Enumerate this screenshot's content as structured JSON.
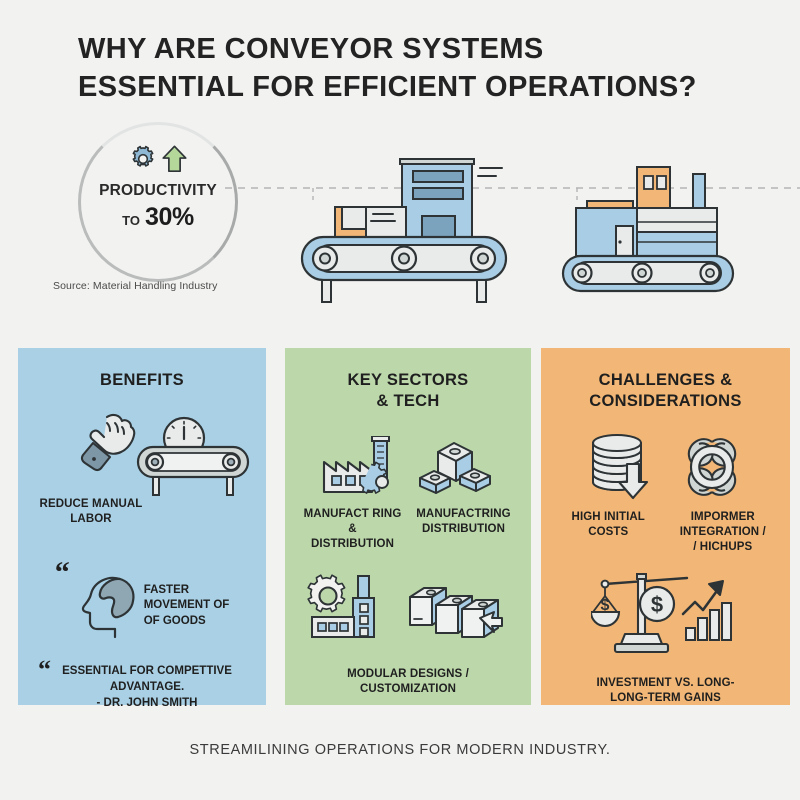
{
  "title": {
    "line1": "WHY ARE CONVEYOR SYSTEMS",
    "line2": "ESSENTIAL FOR EFFICIENT OPERATIONS?"
  },
  "badge": {
    "icon_gear": "gear-icon",
    "icon_arrow": "up-arrow-icon",
    "label": "PRODUCTIVITY",
    "prefix": "TO",
    "value": "30%",
    "source": "Source: Material Handling Industry"
  },
  "hero": {
    "left_illustration": "conveyor-with-boxes-and-building",
    "right_illustration": "factory-on-conveyor"
  },
  "panels": [
    {
      "key": "benefits",
      "title": "BENEFITS",
      "color": "#a9d0e5",
      "icons": [
        "fist-hand-icon",
        "clock-icon",
        "conveyor-belt-icon",
        "head-profile-icon"
      ],
      "caption_1": "REDUCE MANUAL\nLABOR",
      "caption_1_line1": "REDUCE MANUAL",
      "caption_1_line2": "LABOR",
      "quote_item_line1": "FASTER",
      "quote_item_line2": "MOVEMENT OF",
      "quote_item_line3": "OF GOODS",
      "pull_quote_line1": "ESSENTIAL FOR COMPETTIVE",
      "pull_quote_line2": "ADVANTAGE.",
      "pull_quote_attrib": "- DR. JOHN SMITH"
    },
    {
      "key": "key-sectors",
      "title_line1": "KEY SECTORS",
      "title_line2": "& TECH",
      "color": "#bcd8ab",
      "icons": [
        "factory-gear-icon",
        "stacked-boxes-icon",
        "gear-factory-icon",
        "boxes-arrow-icon"
      ],
      "caption_a_line1": "MANUFACT RING &",
      "caption_a_line2": "DISTRIBUTION",
      "caption_b_line1": "MANUFACTRING",
      "caption_b_line2": "DISTRIBUTION",
      "caption_c_line1": "MODULAR DESIGNS /",
      "caption_c_line2": "CUSTOMIZATION"
    },
    {
      "key": "challenges",
      "title_line1": "CHALLENGES &",
      "title_line2": "CONSIDERATIONS",
      "color": "#f2b776",
      "icons": [
        "coin-stack-down-arrow-icon",
        "knot-infinity-icon",
        "balance-scale-chart-icon"
      ],
      "caption_a_line1": "HIGH INITIAL",
      "caption_a_line2": "COSTS",
      "caption_b_line1": "IMPORMER",
      "caption_b_line2": "INTEGRATION /",
      "caption_b_line3": "/ HICHUPS",
      "caption_c_line1": "INVESTMENT VS. LONG-",
      "caption_c_line2": "LONG-TERM GAINS"
    }
  ],
  "footer": {
    "text": "STREAMILINING OPERATIONS FOR MODERN INDUSTRY."
  },
  "colors": {
    "background": "#f2f2f1",
    "blue_panel": "#a9d0e5",
    "green_panel": "#bcd8ab",
    "orange_panel": "#f2b776",
    "ink": "#2b2b2b",
    "icon_blue": "#a8cde4",
    "icon_orange": "#f2b776",
    "icon_grey": "#e6e8e7",
    "icon_stroke": "#2e3436"
  }
}
